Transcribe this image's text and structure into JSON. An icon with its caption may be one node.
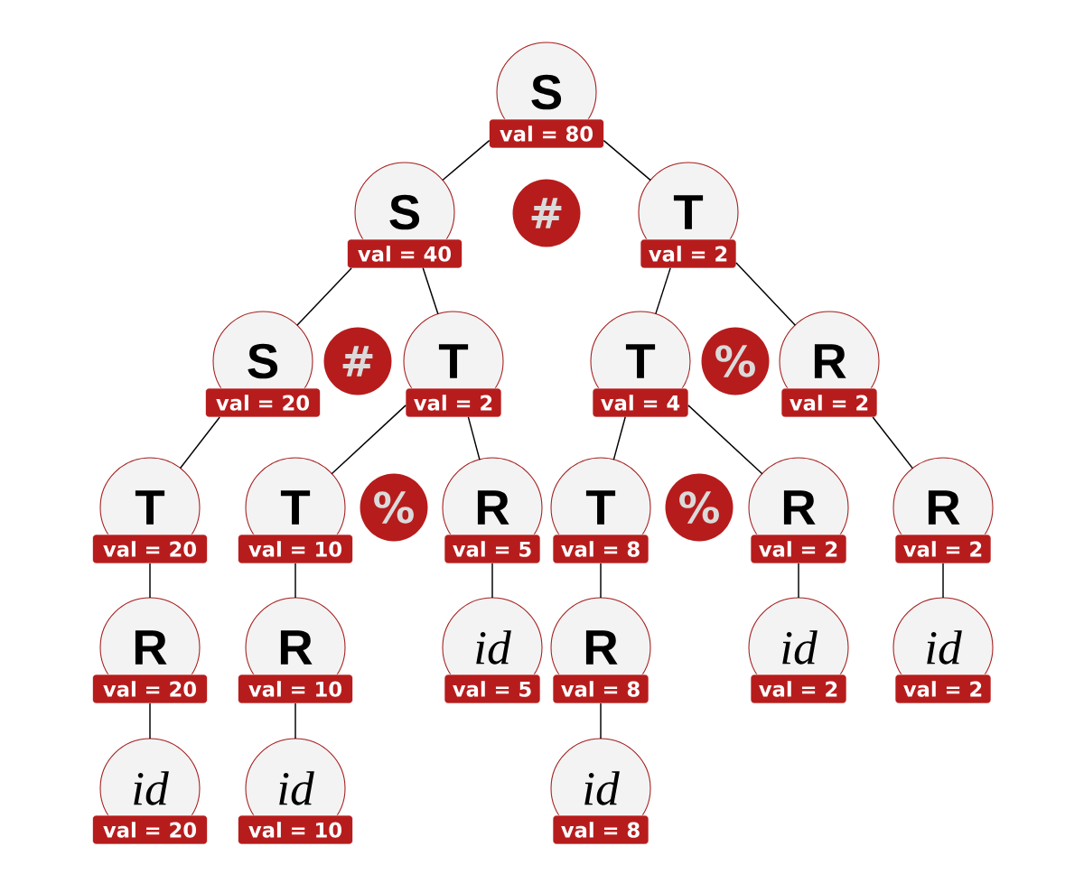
{
  "diagram": {
    "nodes": [
      {
        "text": [
          "S",
          "val = 80"
        ]
      },
      {
        "text": [
          "S",
          "val = 40"
        ]
      },
      {
        "text": [
          "#"
        ]
      },
      {
        "text": [
          "T",
          "val = 2"
        ]
      },
      {
        "text": [
          "S",
          "val = 20"
        ]
      },
      {
        "text": [
          "#"
        ]
      },
      {
        "text": [
          "T",
          "val = 2"
        ]
      },
      {
        "text": [
          "T",
          "val = 4"
        ]
      },
      {
        "text": [
          "%"
        ]
      },
      {
        "text": [
          "R",
          "val = 2"
        ]
      },
      {
        "text": [
          "T",
          "val = 20"
        ]
      },
      {
        "text": [
          "T",
          "val = 10"
        ]
      },
      {
        "text": [
          "%"
        ]
      },
      {
        "text": [
          "R",
          "val = 5"
        ]
      },
      {
        "text": [
          "T",
          "val = 8"
        ]
      },
      {
        "text": [
          "%"
        ]
      },
      {
        "text": [
          "R",
          "val = 2"
        ]
      },
      {
        "text": [
          "R",
          "val = 2"
        ]
      },
      {
        "text": [
          "R",
          "val = 20"
        ]
      },
      {
        "text": [
          "R",
          "val = 10"
        ]
      },
      {
        "text": [
          "id",
          "val = 5"
        ]
      },
      {
        "text": [
          "R",
          "val = 8"
        ]
      },
      {
        "text": [
          "id",
          "val = 2"
        ]
      },
      {
        "text": [
          "id",
          "val = 2"
        ]
      },
      {
        "text": [
          "id",
          "val = 20"
        ]
      },
      {
        "text": [
          "id",
          "val = 10"
        ]
      },
      {
        "text": [
          "id",
          "val = 8"
        ]
      }
    ],
    "edges": [
      {
        "from": 0,
        "to": 1,
        "arrow": "none"
      },
      {
        "from": 0,
        "to": 3,
        "arrow": "none"
      },
      {
        "from": 1,
        "to": 4,
        "arrow": "none"
      },
      {
        "from": 1,
        "to": 6,
        "arrow": "none"
      },
      {
        "from": 3,
        "to": 7,
        "arrow": "none"
      },
      {
        "from": 3,
        "to": 9,
        "arrow": "none"
      },
      {
        "from": 4,
        "to": 10,
        "arrow": "none"
      },
      {
        "from": 6,
        "to": 11,
        "arrow": "none"
      },
      {
        "from": 6,
        "to": 13,
        "arrow": "none"
      },
      {
        "from": 7,
        "to": 14,
        "arrow": "none"
      },
      {
        "from": 7,
        "to": 16,
        "arrow": "none"
      },
      {
        "from": 9,
        "to": 17,
        "arrow": "none"
      },
      {
        "from": 10,
        "to": 18,
        "arrow": "none"
      },
      {
        "from": 11,
        "to": 19,
        "arrow": "none"
      },
      {
        "from": 13,
        "to": 20,
        "arrow": "none"
      },
      {
        "from": 14,
        "to": 21,
        "arrow": "none"
      },
      {
        "from": 16,
        "to": 22,
        "arrow": "none"
      },
      {
        "from": 17,
        "to": 23,
        "arrow": "none"
      },
      {
        "from": 18,
        "to": 24,
        "arrow": "none"
      },
      {
        "from": 19,
        "to": 25,
        "arrow": "none"
      },
      {
        "from": 21,
        "to": 26,
        "arrow": "none"
      }
    ]
  }
}
